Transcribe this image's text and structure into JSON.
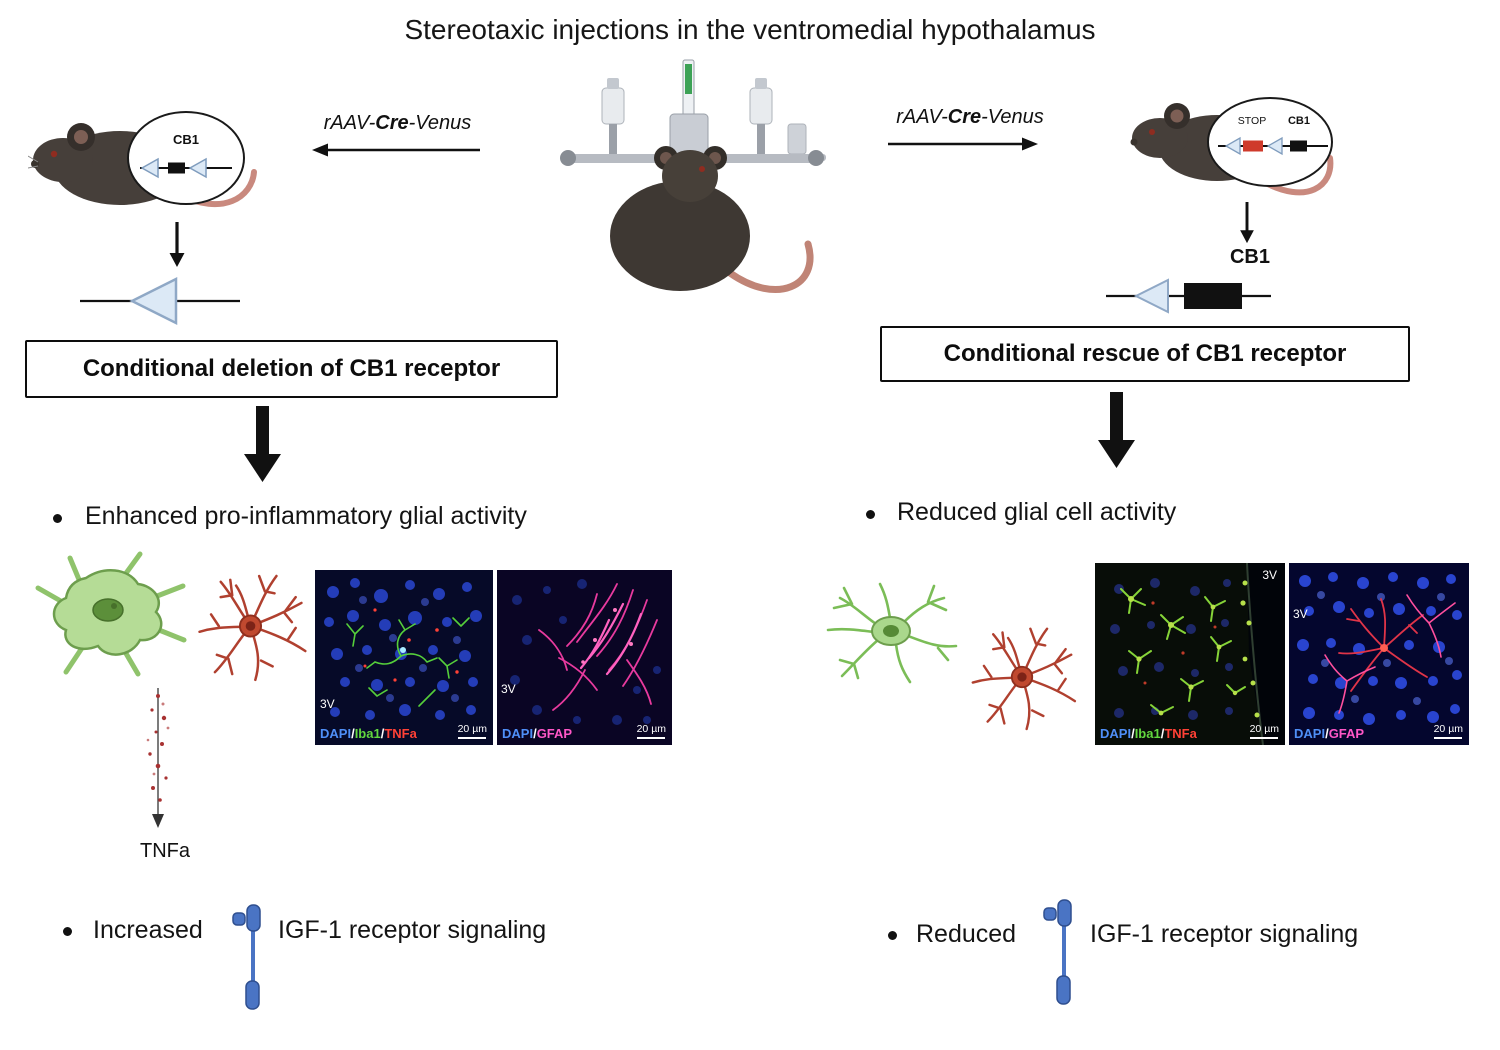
{
  "title": "Stereotaxic injections in the ventromedial hypothalamus",
  "colors": {
    "dapi": "#4f8ff7",
    "iba1": "#62d83f",
    "tnfa_stain": "#ff4136",
    "gfap": "#ff57c7",
    "receptor": "#4a74c4",
    "loxp_fill": "#dce9f6",
    "stop_red": "#cf3a2b"
  },
  "left_panel": {
    "arrow_label": {
      "pre": "rAAV-",
      "cre": "Cre",
      "post": "-Venus"
    },
    "mouse_gene_label": "CB1",
    "box_label": "Conditional deletion of CB1 receptor",
    "glial_bullet": "Enhanced pro-inflammatory glial activity",
    "tnfa_label": "TNFa",
    "igf_prefix": "Increased",
    "igf_suffix": "IGF-1 receptor signaling",
    "micro_iba1": {
      "stain1": "DAPI",
      "sep1": "/",
      "stain2": "Iba1",
      "sep2": "/",
      "stain3": "TNFa",
      "region": "3V",
      "scale": "20 µm"
    },
    "micro_gfap": {
      "stain1": "DAPI",
      "sep1": "/",
      "stain2": "GFAP",
      "region": "3V",
      "scale": "20 µm"
    }
  },
  "right_panel": {
    "arrow_label": {
      "pre": "rAAV-",
      "cre": "Cre",
      "post": "-Venus"
    },
    "stop_label": "STOP",
    "floxed_gene_label": "CB1",
    "rescued_gene_label": "CB1",
    "box_label": "Conditional rescue of CB1 receptor",
    "glial_bullet": "Reduced glial cell activity",
    "igf_prefix": "Reduced",
    "igf_suffix": "IGF-1 receptor signaling",
    "micro_iba1": {
      "stain1": "DAPI",
      "sep1": "/",
      "stain2": "Iba1",
      "sep2": "/",
      "stain3": "TNFa",
      "region": "3V",
      "scale": "20 µm"
    },
    "micro_gfap": {
      "stain1": "DAPI",
      "sep1": "/",
      "stain2": "GFAP",
      "region": "3V",
      "scale": "20 µm"
    }
  }
}
